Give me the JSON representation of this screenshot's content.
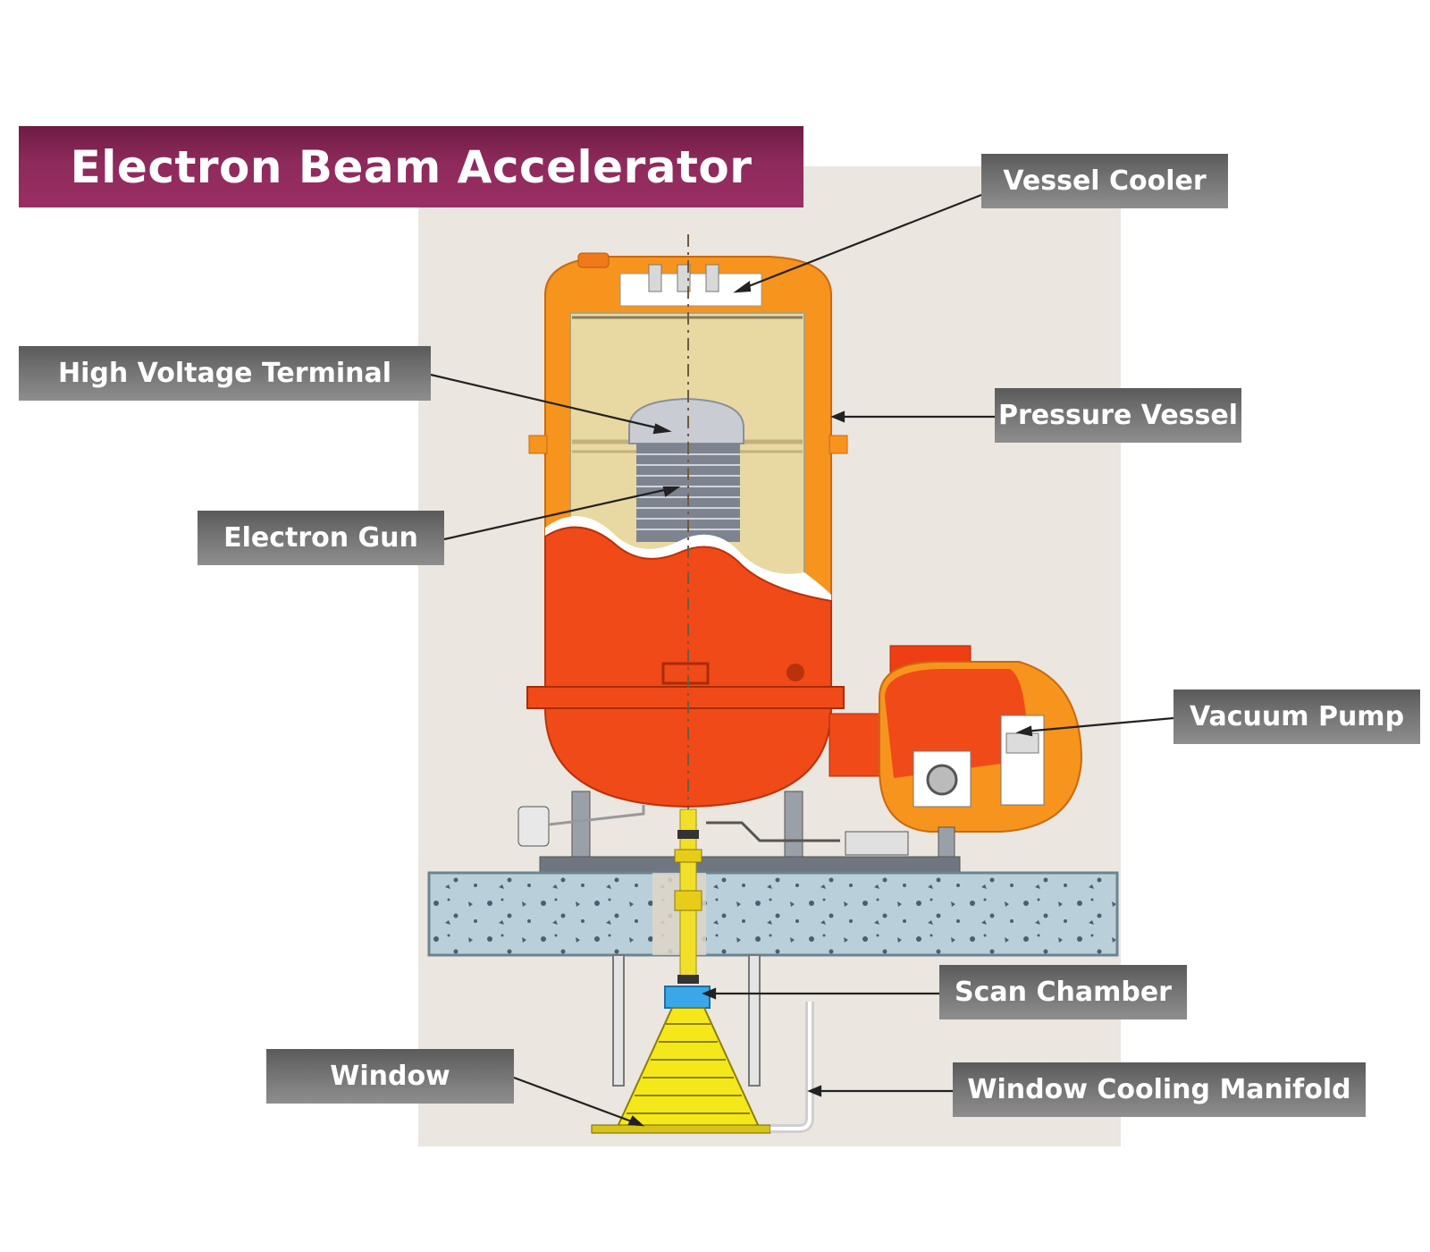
{
  "title": "Electron Beam Accelerator",
  "labels": {
    "vessel_cooler": "Vessel Cooler",
    "high_voltage_terminal": "High Voltage Terminal",
    "pressure_vessel": "Pressure Vessel",
    "electron_gun": "Electron Gun",
    "vacuum_pump": "Vacuum Pump",
    "scan_chamber": "Scan Chamber",
    "window": "Window",
    "window_cooling_manifold": "Window Cooling Manifold"
  },
  "colors": {
    "title_bar": "#8e2a5c",
    "label_box": "#6e6e6e",
    "vessel_orange": "#f7941d",
    "vessel_red": "#f04a18",
    "terminal_gray": "#c9ccd2",
    "insulation_beige": "#e8d8a0",
    "concrete_blue": "#b8cfd8",
    "scan_chamber_blue": "#3aa8e8",
    "window_yellow": "#f5e81a",
    "background_panel": "#ebe6df"
  }
}
